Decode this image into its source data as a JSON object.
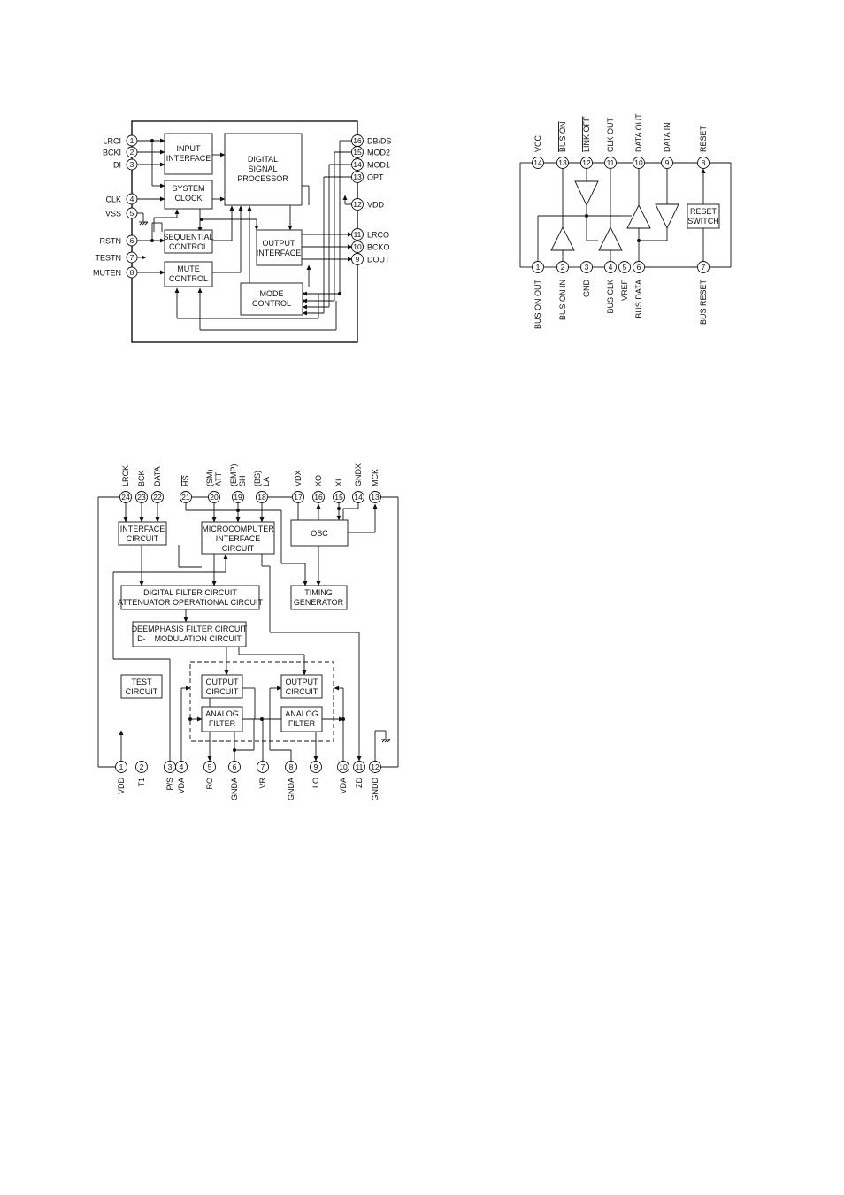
{
  "d1": {
    "blocks": {
      "input": [
        "INPUT",
        "INTERFACE"
      ],
      "sysclk": [
        "SYSTEM",
        "CLOCK"
      ],
      "seq": [
        "SEQUENTIAL",
        "CONTROL"
      ],
      "mute": [
        "MUTE",
        "CONTROL"
      ],
      "dsp": [
        "DIGITAL",
        "SIGNAL",
        "PROCESSOR"
      ],
      "out": [
        "OUTPUT",
        "INTERFACE"
      ],
      "mode": [
        "MODE",
        "CONTROL"
      ]
    },
    "pins_left": [
      {
        "num": "1",
        "name": "LRCI"
      },
      {
        "num": "2",
        "name": "BCKI"
      },
      {
        "num": "3",
        "name": "DI"
      },
      {
        "num": "4",
        "name": "CLK"
      },
      {
        "num": "5",
        "name": "VSS"
      },
      {
        "num": "6",
        "name": "RSTN"
      },
      {
        "num": "7",
        "name": "TESTN"
      },
      {
        "num": "8",
        "name": "MUTEN"
      }
    ],
    "pins_right": [
      {
        "num": "16",
        "name": "DB/DS"
      },
      {
        "num": "15",
        "name": "MOD2"
      },
      {
        "num": "14",
        "name": "MOD1"
      },
      {
        "num": "13",
        "name": "OPT"
      },
      {
        "num": "12",
        "name": "VDD"
      },
      {
        "num": "11",
        "name": "LRCO"
      },
      {
        "num": "10",
        "name": "BCKO"
      },
      {
        "num": "9",
        "name": "DOUT"
      }
    ]
  },
  "d2": {
    "pins_top": [
      {
        "num": "14",
        "name": "VCC"
      },
      {
        "num": "13",
        "name": "BUS ON"
      },
      {
        "num": "12",
        "name": "LINK OFF"
      },
      {
        "num": "11",
        "name": "CLK OUT"
      },
      {
        "num": "10",
        "name": "DATA OUT"
      },
      {
        "num": "9",
        "name": "DATA IN"
      },
      {
        "num": "8",
        "name": "RESET"
      }
    ],
    "pins_bottom": [
      {
        "num": "1",
        "name": "BUS ON OUT"
      },
      {
        "num": "2",
        "name": "BUS ON IN"
      },
      {
        "num": "3",
        "name": "GND"
      },
      {
        "num": "4",
        "name": "BUS CLK"
      },
      {
        "num": "5",
        "name": "VREF"
      },
      {
        "num": "6",
        "name": "BUS DATA"
      },
      {
        "num": "7",
        "name": "BUS RESET"
      }
    ],
    "reset_box": [
      "RESET",
      "SWITCH"
    ]
  },
  "d3": {
    "blocks": {
      "iface": [
        "INTERFACE",
        "CIRCUIT"
      ],
      "micro": [
        "MICROCOMPUTER",
        "INTERFACE",
        "CIRCUIT"
      ],
      "osc": [
        "OSC"
      ],
      "dfilter": [
        "DIGITAL FILTER CIRCUIT",
        "ATTENUATOR OPERATIONAL CIRCUIT"
      ],
      "timing": [
        "TIMING",
        "GENERATOR"
      ],
      "deemph": [
        "DEEMPHASIS FILTER CIRCUIT",
        "D-    MODULATION CIRCUIT"
      ],
      "test": [
        "TEST",
        "CIRCUIT"
      ],
      "outL": [
        "OUTPUT",
        "CIRCUIT"
      ],
      "outR": [
        "OUTPUT",
        "CIRCUIT"
      ],
      "afL": [
        "ANALOG",
        "FILTER"
      ],
      "afR": [
        "ANALOG",
        "FILTER"
      ]
    },
    "pins_top": [
      {
        "num": "24",
        "name": "LRCK"
      },
      {
        "num": "23",
        "name": "BCK"
      },
      {
        "num": "22",
        "name": "DATA"
      },
      {
        "num": "21",
        "name": "HS"
      },
      {
        "num": "20",
        "name": "(SM)",
        "name2": "ATT"
      },
      {
        "num": "19",
        "name": "(EMP)",
        "name2": "SH"
      },
      {
        "num": "18",
        "name": "(BS)",
        "name2": "LA"
      },
      {
        "num": "17",
        "name": "VDX"
      },
      {
        "num": "16",
        "name": "XO"
      },
      {
        "num": "15",
        "name": "XI"
      },
      {
        "num": "14",
        "name": "GNDX"
      },
      {
        "num": "13",
        "name": "MCK"
      }
    ],
    "pins_bottom": [
      {
        "num": "1",
        "name": "VDD"
      },
      {
        "num": "2",
        "name": "T1"
      },
      {
        "num": "3",
        "name": "P/S"
      },
      {
        "num": "4",
        "name": "VDA"
      },
      {
        "num": "5",
        "name": "RO"
      },
      {
        "num": "6",
        "name": "GNDA"
      },
      {
        "num": "7",
        "name": "VR"
      },
      {
        "num": "8",
        "name": "GNDA"
      },
      {
        "num": "9",
        "name": "LO"
      },
      {
        "num": "10",
        "name": "VDA"
      },
      {
        "num": "11",
        "name": "ZD"
      },
      {
        "num": "12",
        "name": "GNDD"
      }
    ]
  }
}
